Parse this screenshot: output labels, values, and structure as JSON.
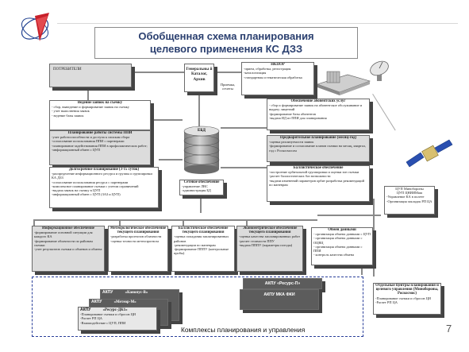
{
  "title": {
    "line1": "Обобщенная схема планирования",
    "line2": "целевого применения КС ДЗЗ"
  },
  "page_number": "7",
  "footer_caption": "Комплексы планирования и управления",
  "consumers": {
    "label": "ПОТРЕБИТЕЛИ"
  },
  "general_catalog": {
    "label": "Генеральны й Каталог, Архив"
  },
  "requests_label": "Приемка, отчеты",
  "nkpor": {
    "title": "НКПОР",
    "items": "-прием, обработка, регистрация\n-каталогизация\n-стандартная и тематическая обработка"
  },
  "request_maintenance": {
    "title": "Ведение заявок на съемку",
    "items": "- сбор, выведение и формирование заявок на съемку\n- учет выполнения заявок\n- ведение базы заявок"
  },
  "subscriber_support": {
    "title": "Обеспечение абонентских услуг",
    "items": "- сбор и формирование заявок на абонентское обслуживание и выдачу лицензий\n-формирование базы абонентов\n-выдача ИД из ППИ для планирования"
  },
  "ppi_planning": {
    "title": "Планирование работы системы ППИ",
    "items": "-учет работоспособности и доступа к спискам сбора\n-согласование использования ППИ с партнерами\n-планирование задействования ППИ в профилактических работ;\n-информационный обмен с ЦУП"
  },
  "long_term_planning": {
    "title": "Долгосрочное планирование (3-15 суток)",
    "items": "-распределение информационного ресурса и группы и группировки КА ДЗЗ\n-согласование использования ресурса с партнерами\n-комплексное планирование съемки с учетом ограничений\n-выдача заявок на съемку в ЦУП\n-информационный обмен с ЦУП (ЗАЗ и ЦУП)"
  },
  "preliminary_planning": {
    "title": "Предварительное планирование (месяц-год)",
    "items": "-оценка реализуемости заявок\n-формирование и согласование планов съемки на месяц, квартал, год с Роскосмосом"
  },
  "ballistic_support": {
    "title": "Баллистическое обеспечение",
    "items": "-построение орбитальной группировки и оценки зон съемки\n-расчет баллистических баз возможности\n-выдачи изменений параметров орбит разработка рекомендаций по маневрам"
  },
  "database": {
    "label": "ЕБД"
  },
  "network_support": {
    "title": "Сетевое обеспечение",
    "items": "-управление ЛВС\n-администрация БД"
  },
  "info_support": {
    "title": "Информационное обеспечение",
    "items": "-формирование основной ситуации для каждого КА\n-формирование облачности по районам съемки\n-учет результатов съемки и обменов и обмена"
  },
  "meteo_planning": {
    "title": "Метеорологическое обеспечение текущего планирования",
    "items": "-разработка прогнозов облачности\n-оценка точности метеопрогноза"
  },
  "ballistic_current": {
    "title": "Баллистическое обеспечение текущего планирования",
    "items": "-оценка попадания запланированных районов\n-рекомендации по маневрам\n-формирование ПППУ (контрольные пробы)"
  },
  "econometric_support": {
    "title": "Эконометрическое обеспечение текущего планирования",
    "items": "-оценка качества запланированных работ\n-расчет стоимости ППУ\n-выдача ПППУ (параметры погоды)"
  },
  "data_exchange": {
    "title": "Обмен данными",
    "items": "- организация обмена данными с ЦУП\n- организация обмена данными с ОЦВЦ\n- организация обмена данными с ППИ\n- контроль качества обмена"
  },
  "cup_minoborony": {
    "title": "ЦУП Минобороны",
    "sub": "ЦУП ЦНИИМаш",
    "items": "-Управление КА в полете\n-Организация закладок РП ЦА"
  },
  "separate_centers": {
    "title": "Отдельные Центры планирования и целевого управления (Минобороны, Роскосмос)",
    "items": "-Планирование съемки и сбросов ЦИ\n-Расчет РП ЦА"
  },
  "akpu_resurs_p": {
    "label": "АКПУ «Ресурс-П»"
  },
  "akpu_mka": {
    "label": "АКПУ МКА ФКИ"
  },
  "akpu_kanopus": {
    "prefix": "АКПУ",
    "name": "«Канопус-В»"
  },
  "akpu_meteor": {
    "prefix": "АКПУ",
    "name": "«Метеор-М»"
  },
  "akpu_resurs_dk": {
    "prefix": "АКПУ",
    "name": "«Ресурс-ДК1»",
    "items": "-Планирование съемки и сбросов ЦИ\n-Расчет РП ЦА\n-Взаимодействие с ЦУП, ППИ"
  }
}
